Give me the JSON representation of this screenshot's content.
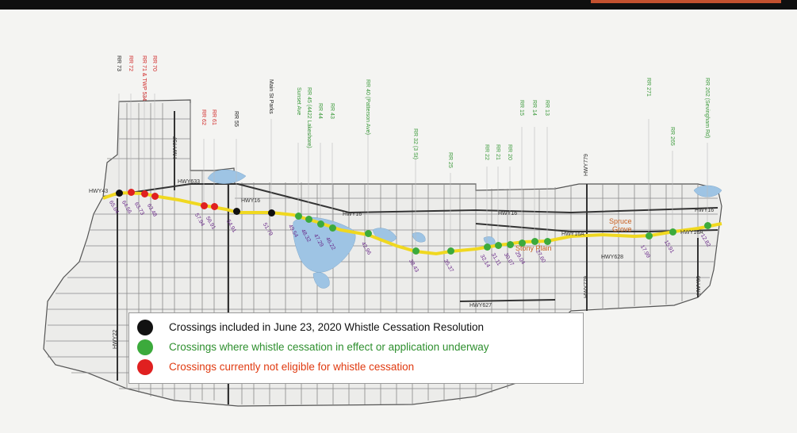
{
  "colors": {
    "black": "#111111",
    "green": "#3caa3c",
    "red": "#e02020",
    "rail": "#f0d820",
    "road": "#888888",
    "water": "#9ec4e4",
    "land": "#eeeeea"
  },
  "crossing_labels": [
    {
      "text": "RR 73",
      "status": "black"
    },
    {
      "text": "RR 72",
      "status": "red"
    },
    {
      "text": "RR 71 & TWP 534",
      "status": "red"
    },
    {
      "text": "RR 70",
      "status": "red"
    },
    {
      "text": "RR 62",
      "status": "red"
    },
    {
      "text": "RR 61",
      "status": "red"
    },
    {
      "text": "RR 55",
      "status": "black"
    },
    {
      "text": "Main St Parks",
      "status": "black"
    },
    {
      "text": "Sunset Ave",
      "status": "green"
    },
    {
      "text": "RR 45 (4422 Lakeshore)",
      "status": "green"
    },
    {
      "text": "RR 44",
      "status": "green"
    },
    {
      "text": "RR 43",
      "status": "green"
    },
    {
      "text": "RR 40 (Patterson Ave)",
      "status": "green"
    },
    {
      "text": "RR 32 (3 St)",
      "status": "green"
    },
    {
      "text": "RR 25",
      "status": "green"
    },
    {
      "text": "RR 22",
      "status": "green"
    },
    {
      "text": "RR 21",
      "status": "green"
    },
    {
      "text": "RR 20",
      "status": "green"
    },
    {
      "text": "RR 15",
      "status": "green"
    },
    {
      "text": "RR 14",
      "status": "green"
    },
    {
      "text": "RR 13",
      "status": "green"
    },
    {
      "text": "RR 271",
      "status": "green"
    },
    {
      "text": "RR 265",
      "status": "green"
    },
    {
      "text": "RR 262 (Sevingham Rd)",
      "status": "green"
    }
  ],
  "crossings": [
    {
      "status": "black"
    },
    {
      "status": "red"
    },
    {
      "status": "red"
    },
    {
      "status": "red"
    },
    {
      "status": "red"
    },
    {
      "status": "red"
    },
    {
      "status": "black"
    },
    {
      "status": "black"
    },
    {
      "status": "green"
    },
    {
      "status": "green"
    },
    {
      "status": "green"
    },
    {
      "status": "green"
    },
    {
      "status": "green"
    },
    {
      "status": "green"
    },
    {
      "status": "green"
    },
    {
      "status": "green"
    },
    {
      "status": "green"
    },
    {
      "status": "green"
    },
    {
      "status": "green"
    },
    {
      "status": "green"
    },
    {
      "status": "green"
    },
    {
      "status": "green"
    },
    {
      "status": "green"
    },
    {
      "status": "green"
    }
  ],
  "mileposts": [
    "65.64",
    "64.56",
    "63.73",
    "63.48",
    "57.94",
    "56.91",
    "54.91",
    "51.79",
    "49.54",
    "48.32",
    "47.29",
    "46.22",
    "42.96",
    "38.43",
    "35.37",
    "32.14",
    "31.11",
    "30.07",
    "29.04",
    "27.60",
    "17.99",
    "15.91",
    "12.82"
  ],
  "highways": [
    {
      "text": "HWY16"
    },
    {
      "text": "HWY16"
    },
    {
      "text": "HWY16"
    },
    {
      "text": "HWY16A"
    },
    {
      "text": "HWY16"
    },
    {
      "text": "HWY16A"
    },
    {
      "text": "HWY628"
    },
    {
      "text": "HWY627"
    },
    {
      "text": "HWY633"
    },
    {
      "text": "HWY43"
    }
  ],
  "highways_vertical": [
    {
      "text": "HWY757"
    },
    {
      "text": "HWY22"
    },
    {
      "text": "HWY779"
    },
    {
      "text": "HWY779"
    },
    {
      "text": "HWY60"
    }
  ],
  "towns": [
    {
      "text": "Stony Plain",
      "color": "#c86020"
    },
    {
      "text": "Spruce",
      "color": "#c86020"
    },
    {
      "text": "Grove",
      "color": "#c86020"
    }
  ],
  "legend": {
    "items": [
      {
        "color": "#111111",
        "text": "Crossings included in June 23, 2020 Whistle Cessation Resolution",
        "text_color": "#111111"
      },
      {
        "color": "#3caa3c",
        "text": "Crossings where whistle cessation in effect or application underway",
        "text_color": "#2e8f2e"
      },
      {
        "color": "#e02020",
        "text": "Crossings currently not eligible for whistle cessation",
        "text_color": "#e03a10"
      }
    ]
  }
}
